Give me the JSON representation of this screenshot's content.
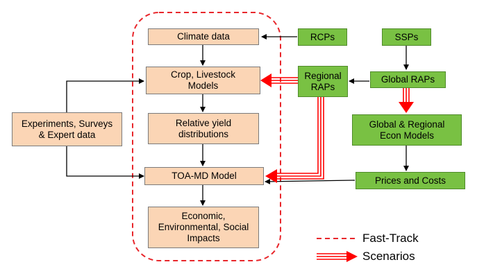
{
  "nodes": {
    "climate_data": "Climate data",
    "crop_livestock": "Crop, Livestock\nModels",
    "relative_yield": "Relative yield\ndistributions",
    "toa_md": "TOA-MD Model",
    "impacts": "Economic,\nEnvironmental, Social\nImpacts",
    "experiments": "Experiments, Surveys\n& Expert data",
    "rcps": "RCPs",
    "ssps": "SSPs",
    "regional_raps": "Regional\nRAPs",
    "global_raps": "Global RAPs",
    "econ_models": "Global & Regional\nEcon Models",
    "prices_costs": "Prices and Costs"
  },
  "legend": {
    "fast_track": "Fast-Track",
    "scenarios": "Scenarios"
  },
  "colors": {
    "tan_box": "#fbd5b5",
    "green_box": "#79c143",
    "fast_track_red": "#e8262b",
    "scenario_red": "#ff0000",
    "arrow_black": "#000000"
  }
}
